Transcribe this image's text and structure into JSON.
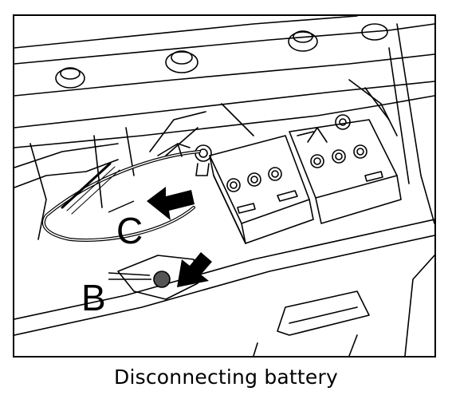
{
  "figure": {
    "labels": {
      "c": "C",
      "b": "B"
    }
  },
  "caption": "Disconnecting battery"
}
